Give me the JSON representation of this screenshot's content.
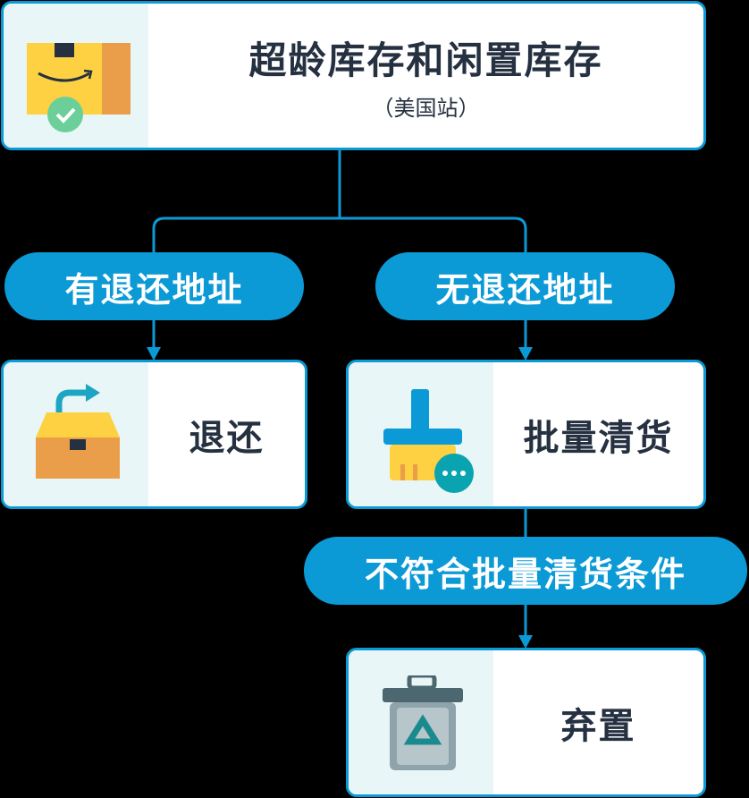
{
  "title": {
    "main": "超龄库存和闲置库存",
    "sub": "（美国站）"
  },
  "branches": {
    "with_address": "有退还地址",
    "without_address": "无退还地址",
    "not_eligible": "不符合批量清货条件"
  },
  "actions": {
    "return": "退还",
    "liquidate": "批量清货",
    "dispose": "弃置"
  },
  "colors": {
    "accent": "#0b9ad6",
    "text": "#253041",
    "panel": "#e8f6f8"
  }
}
